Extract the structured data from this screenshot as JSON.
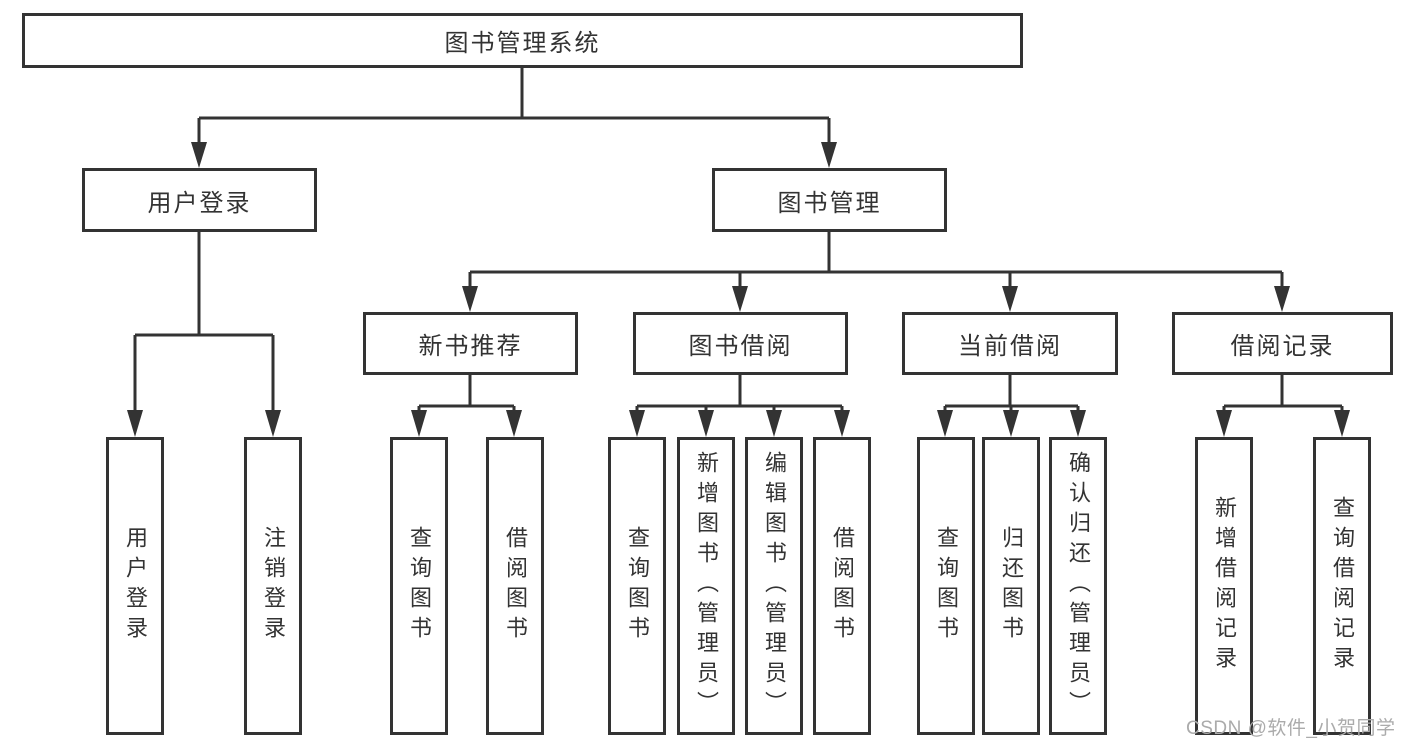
{
  "palette": {
    "line": "#333333",
    "text": "#333333",
    "background": "#ffffff",
    "watermark_color": "#ababab"
  },
  "tree": {
    "root": {
      "label": "图书管理系统"
    },
    "level2": [
      {
        "label": "用户登录",
        "parent": "图书管理系统"
      },
      {
        "label": "图书管理",
        "parent": "图书管理系统"
      }
    ],
    "level3": [
      {
        "label": "新书推荐",
        "parent": "图书管理"
      },
      {
        "label": "图书借阅",
        "parent": "图书管理"
      },
      {
        "label": "当前借阅",
        "parent": "图书管理"
      },
      {
        "label": "借阅记录",
        "parent": "图书管理"
      }
    ],
    "leaves": [
      {
        "label": "用户登录",
        "parent": "用户登录"
      },
      {
        "label": "注销登录",
        "parent": "用户登录"
      },
      {
        "label": "查询图书",
        "parent": "新书推荐"
      },
      {
        "label": "借阅图书",
        "parent": "新书推荐"
      },
      {
        "label": "查询图书",
        "parent": "图书借阅"
      },
      {
        "label": "新增图书（管理员）",
        "parent": "图书借阅"
      },
      {
        "label": "编辑图书（管理员）",
        "parent": "图书借阅"
      },
      {
        "label": "借阅图书",
        "parent": "图书借阅"
      },
      {
        "label": "查询图书",
        "parent": "当前借阅"
      },
      {
        "label": "归还图书",
        "parent": "当前借阅"
      },
      {
        "label": "确认归还（管理员）",
        "parent": "当前借阅"
      },
      {
        "label": "新增借阅记录",
        "parent": "借阅记录"
      },
      {
        "label": "查询借阅记录",
        "parent": "借阅记录"
      }
    ]
  },
  "watermark": "CSDN @软件_小贺同学"
}
